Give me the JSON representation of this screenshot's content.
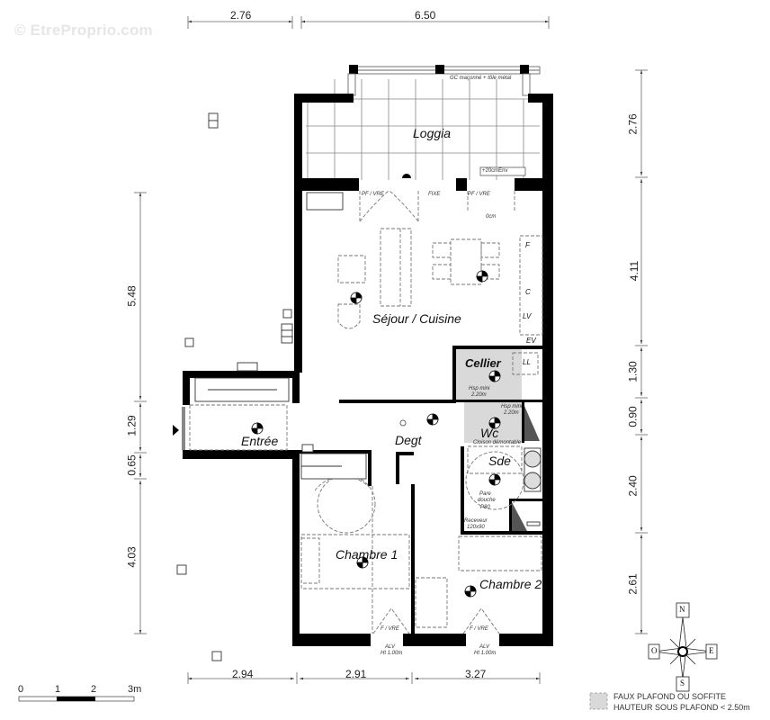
{
  "watermark": "© EtreProprio.com",
  "rooms": {
    "loggia": "Loggia",
    "sejour": "Séjour / Cuisine",
    "cellier": "Cellier",
    "entree": "Entrée",
    "degt": "Degt",
    "wc": "Wc",
    "sde": "Sde",
    "chambre1": "Chambre 1",
    "chambre2": "Chambre 2"
  },
  "annotations": {
    "gc_maconne": "GC maçonné + tôle métal",
    "ressaut": "+20cmEnv",
    "pf_vre_left": "PF / VRE",
    "fixe": "FIXE",
    "pf_vre_right": "PF / VRE",
    "zero_cm": "0cm",
    "kitchen_f": "F",
    "kitchen_c": "C",
    "kitchen_lv": "LV",
    "kitchen_ev": "EV",
    "cellier_ll": "LL",
    "hsp_cellier_1": "Hsp mini",
    "hsp_cellier_2": "2.20m",
    "hsp_wc_1": "Hsp mini",
    "hsp_wc_2": "2.20m",
    "cloison": "Cloison démontable",
    "pare_douche_1": "Pare",
    "pare_douche_2": "douche",
    "pare_douche_3": "P80",
    "receveur_1": "Receveur",
    "receveur_2": "120x90",
    "fvre_ch1": "F / VRE",
    "fvre_ch2": "F / VRE",
    "alv_ch1": "ALV",
    "alv_ch1_h": "Ht 1.00m",
    "alv_ch2": "ALV",
    "alv_ch2_h": "Ht 1.00m"
  },
  "dimensions": {
    "top": [
      "2.76",
      "6.50"
    ],
    "bottom": [
      "2.94",
      "2.91",
      "3.27"
    ],
    "left": [
      "5.48",
      "1.29",
      "0.65",
      "4.03"
    ],
    "right": [
      "2.76",
      "4.11",
      "1.30",
      "0.90",
      "2.40",
      "2.61"
    ]
  },
  "scale_bar": {
    "ticks": [
      "0",
      "1",
      "2",
      "3m"
    ]
  },
  "compass": {
    "north": "N",
    "south": "S",
    "east": "E",
    "west": "O"
  },
  "legend": {
    "line1": "FAUX PLAFOND OU SOFFITE",
    "line2": "HAUTEUR SOUS PLAFOND < 2.50m",
    "swatch_color": "#d9d9d9"
  },
  "colors": {
    "wall": "#000000",
    "dimension_line": "#555555",
    "dashed_furniture": "#777777",
    "soffit": "#d9d9d9"
  }
}
